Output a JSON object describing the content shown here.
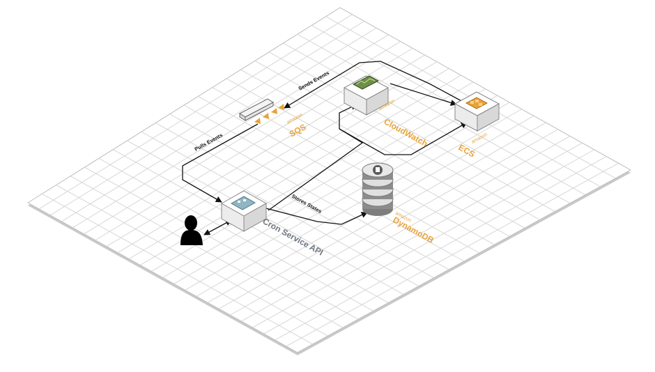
{
  "diagram": {
    "nodes": {
      "sqs": {
        "brand": "amazon",
        "name": "SQS"
      },
      "cloudwatch": {
        "brand": "amazon",
        "name": "CloudWatch"
      },
      "ecs": {
        "brand": "amazon",
        "name": "ECS"
      },
      "dynamodb": {
        "brand": "amazon",
        "name": "DynamoDB"
      },
      "cron_api": {
        "name": "Cron Service API"
      }
    },
    "edges": {
      "sends_events": "Sends Events",
      "pulls_events": "Pulls Events",
      "stores_states": "Stores States"
    },
    "colors": {
      "aws_label": "#e8a33a",
      "api_label": "#6f7780",
      "grid_line": "#d6d6d6",
      "arrow": "#111111"
    },
    "icons": [
      "user-icon",
      "queue-icon",
      "monitor-icon",
      "container-icon",
      "database-icon",
      "api-icon"
    ]
  }
}
